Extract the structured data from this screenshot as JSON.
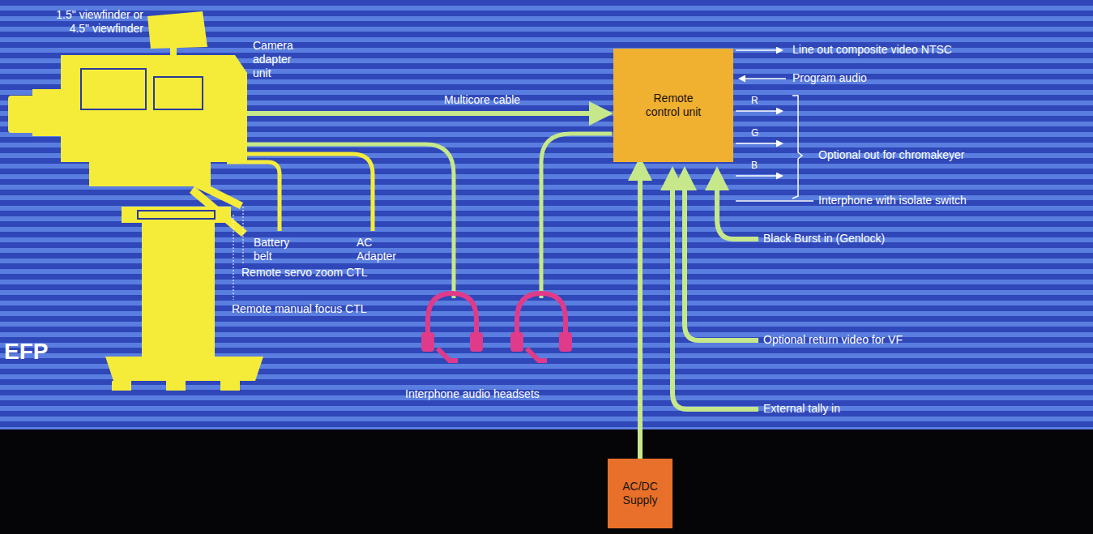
{
  "diagram": {
    "nodes": [
      {
        "text": [
          "Remote control unit"
        ]
      },
      {
        "text": [
          "AC/DC Supply"
        ]
      }
    ],
    "edges": [
      {
        "from": 1,
        "to": 0,
        "arrow": "to"
      }
    ],
    "labels": [
      "1.5\" viewfinder or 4.5\" viewfinder",
      "Camera adapter unit",
      "Multicore cable",
      "Battery belt",
      "AC Adapter",
      "Remote servo zoom CTL",
      "Remote manual focus CTL",
      "EFP",
      "Interphone audio headsets",
      "Line out composite video NTSC",
      "Program audio",
      "R",
      "G",
      "B",
      "Optional out for chromakeyer",
      "Interphone with isolate switch",
      "Black Burst in (Genlock)",
      "Optional return video for VF",
      "External tally in"
    ]
  }
}
